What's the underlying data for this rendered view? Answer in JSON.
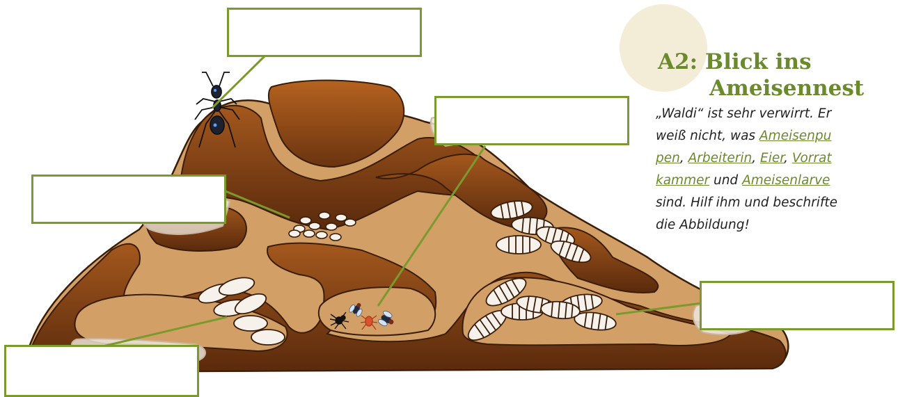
{
  "header": {
    "prefix": "A2:",
    "title_line1": "Blick ins",
    "title_line2": "Ameisennest"
  },
  "instructions": {
    "lines": [
      [
        {
          "t": "„Waldi“ ist sehr verwirrt. Er"
        }
      ],
      [
        {
          "t": "weiß nicht, was "
        },
        {
          "t": "Ameisenpu",
          "term": true
        }
      ],
      [
        {
          "t": "pen",
          "term": true
        },
        {
          "t": ", "
        },
        {
          "t": "Arbeiterin",
          "term": true
        },
        {
          "t": ", "
        },
        {
          "t": "Eier",
          "term": true
        },
        {
          "t": ", "
        },
        {
          "t": "Vorrat",
          "term": true
        }
      ],
      [
        {
          "t": "kammer",
          "term": true
        },
        {
          "t": " und "
        },
        {
          "t": "Ameisenlarve",
          "term": true
        }
      ],
      [
        {
          "t": "sind. Hilf ihm und beschrifte"
        }
      ],
      [
        {
          "t": "die Abbildung!"
        }
      ]
    ]
  },
  "label_boxes": [
    {
      "id": "ant",
      "value": ""
    },
    {
      "id": "eggs",
      "value": ""
    },
    {
      "id": "pantry",
      "value": ""
    },
    {
      "id": "larvae",
      "value": ""
    },
    {
      "id": "pupae",
      "value": ""
    }
  ],
  "colors": {
    "accent": "#7a9a2e",
    "title": "#6b8a2c",
    "soil_dark": "#6b3513",
    "soil_light": "#d2a067",
    "circle": "#f3ecd6"
  }
}
